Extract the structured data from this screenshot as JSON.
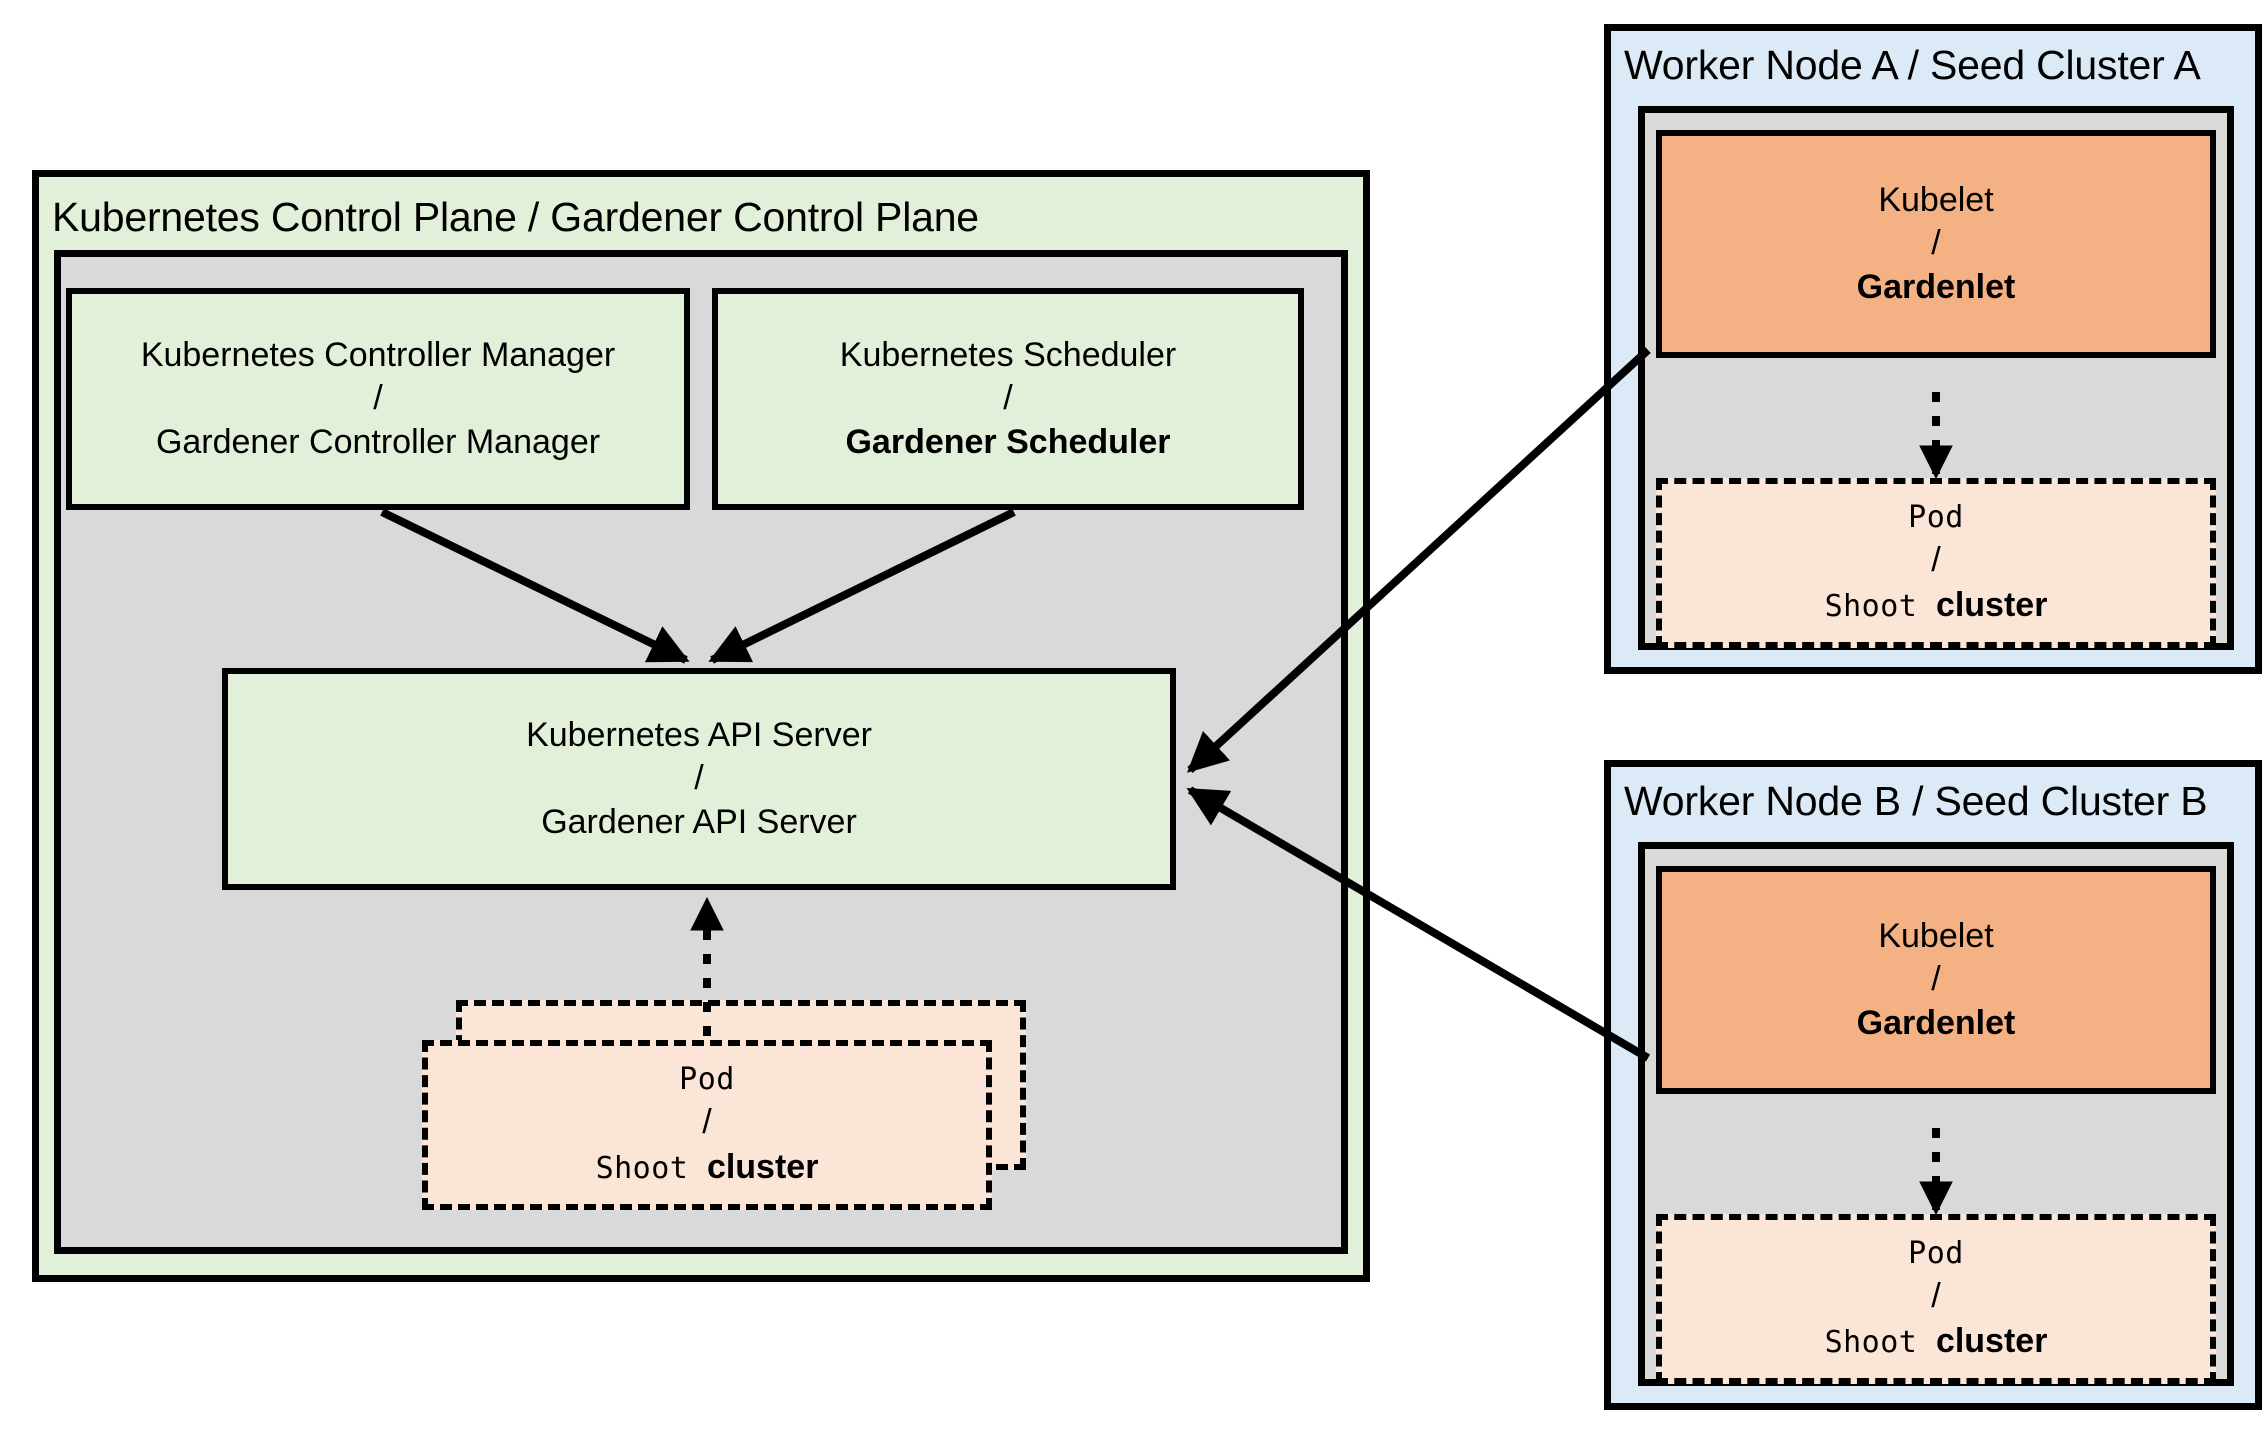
{
  "diagram": {
    "title_control_plane": "Kubernetes Control Plane / Gardener Control Plane",
    "title_worker_a": "Worker Node A / Seed Cluster A",
    "title_worker_b": "Worker Node B / Seed Cluster B",
    "separator": "/",
    "colors": {
      "green_fill": "#E2EFD9",
      "blue_fill": "#DCE9F7",
      "grey_fill": "#D9D9D9",
      "orange_fill": "#F4B183",
      "pod_fill": "#FBE5D6",
      "stroke": "#000000"
    },
    "controller_manager": {
      "line1": "Kubernetes Controller Manager",
      "line2": "Gardener Controller Manager"
    },
    "scheduler": {
      "line1": "Kubernetes Scheduler",
      "line2": "Gardener Scheduler"
    },
    "api_server": {
      "line1": "Kubernetes API Server",
      "line2": "Gardener API Server"
    },
    "pod_control_plane": {
      "line1": "Pod",
      "line2_mono": "Shoot ",
      "line2_bold": "cluster"
    },
    "kubelet_a": {
      "line1": "Kubelet",
      "line2": "Gardenlet"
    },
    "kubelet_b": {
      "line1": "Kubelet",
      "line2": "Gardenlet"
    },
    "pod_a": {
      "line1": "Pod",
      "line2_mono": "Shoot ",
      "line2_bold": "cluster"
    },
    "pod_b": {
      "line1": "Pod",
      "line2_mono": "Shoot ",
      "line2_bold": "cluster"
    }
  }
}
